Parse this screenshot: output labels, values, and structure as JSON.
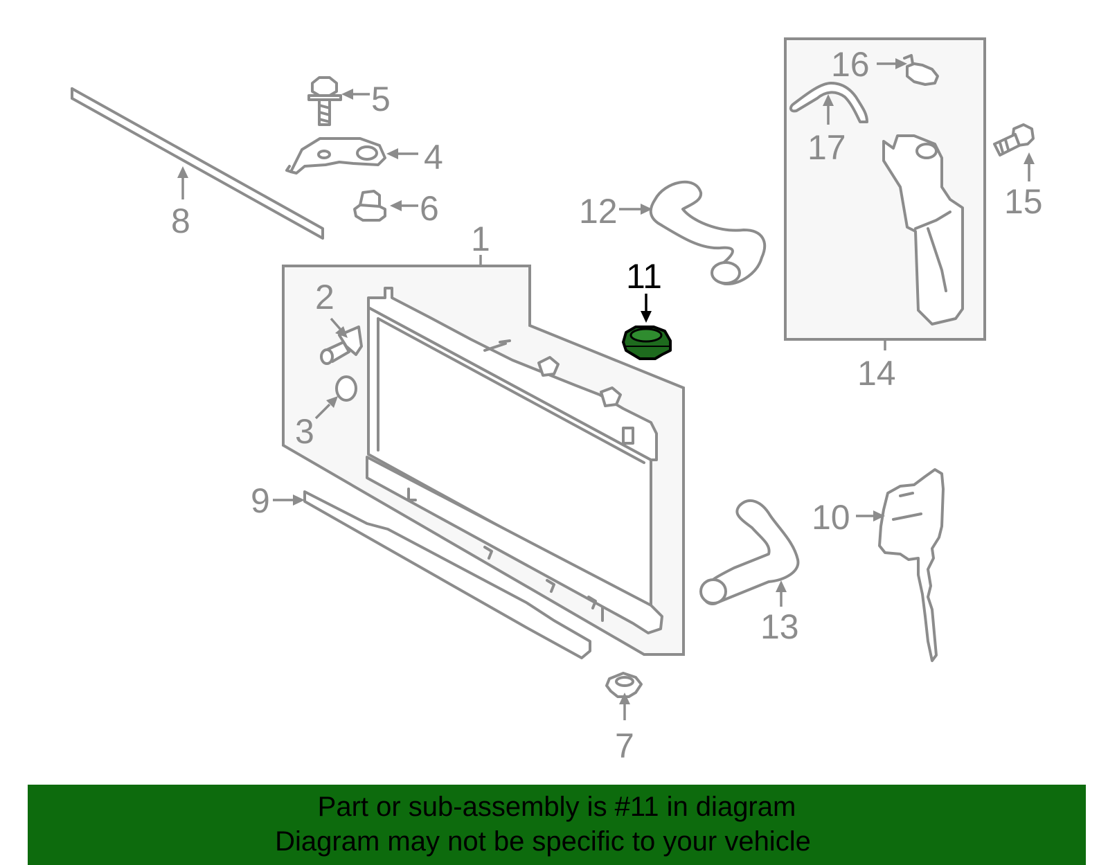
{
  "callouts": {
    "c1": "1",
    "c2": "2",
    "c3": "3",
    "c4": "4",
    "c5": "5",
    "c6": "6",
    "c7": "7",
    "c8": "8",
    "c9": "9",
    "c10": "10",
    "c11": "11",
    "c12": "12",
    "c13": "13",
    "c14": "14",
    "c15": "15",
    "c16": "16",
    "c17": "17"
  },
  "highlight": {
    "part": "11",
    "color": "#1e6b1e",
    "outline": "#000000"
  },
  "colors": {
    "line": "#8c8c8c",
    "banner": "#0d6b0d",
    "box_fill": "#f7f7f7"
  },
  "banner": {
    "line1": "Part or sub-assembly is #11 in diagram",
    "line2": "Diagram may not be specific to your vehicle"
  }
}
